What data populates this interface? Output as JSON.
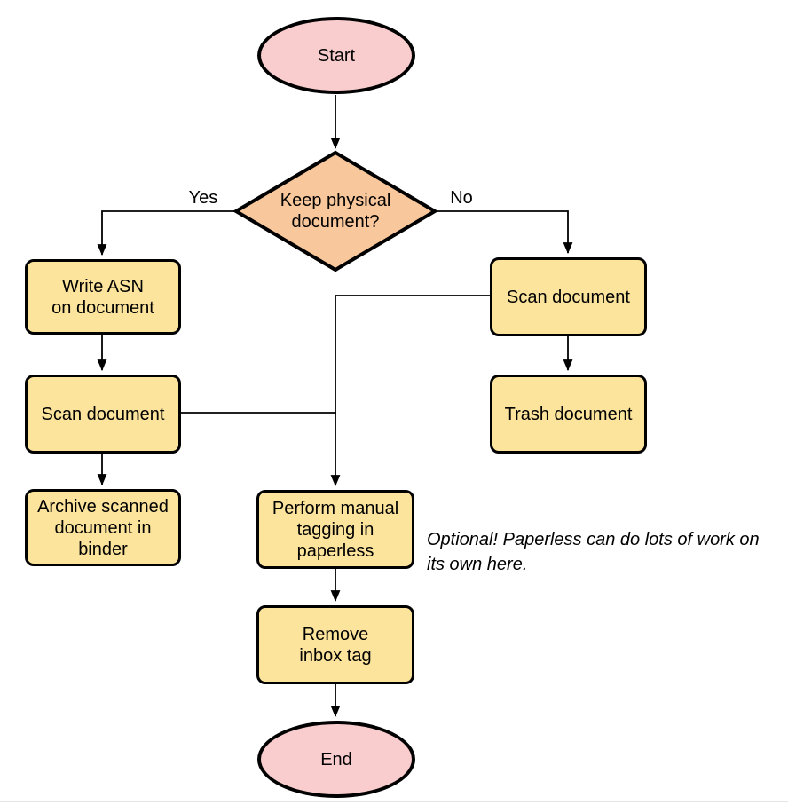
{
  "palette": {
    "stroke": "#000000",
    "terminator_fill": "#f9cccd",
    "decision_fill": "#f8c79b",
    "process_fill": "#fce49c",
    "divider": "#e5e5e5"
  },
  "flowchart": {
    "nodes": {
      "start": {
        "shape": "terminator",
        "label": "Start"
      },
      "decision": {
        "shape": "decision",
        "label": [
          "Keep physical",
          "document?"
        ]
      },
      "write_asn": {
        "shape": "process",
        "label": [
          "Write ASN",
          "on document"
        ]
      },
      "scan_left": {
        "shape": "process",
        "label": "Scan document"
      },
      "archive": {
        "shape": "process",
        "label": [
          "Archive scanned",
          "document in",
          "binder"
        ]
      },
      "scan_right": {
        "shape": "process",
        "label": "Scan document"
      },
      "trash": {
        "shape": "process",
        "label": "Trash document"
      },
      "tagging": {
        "shape": "process",
        "label": [
          "Perform manual",
          "tagging in",
          "paperless"
        ]
      },
      "remove_inbox": {
        "shape": "process",
        "label": [
          "Remove",
          "inbox tag"
        ]
      },
      "end": {
        "shape": "terminator",
        "label": "End"
      }
    },
    "edge_labels": {
      "yes": "Yes",
      "no": "No"
    },
    "annotation": [
      "Optional! Paperless can do lots of work on",
      "its own here."
    ]
  }
}
